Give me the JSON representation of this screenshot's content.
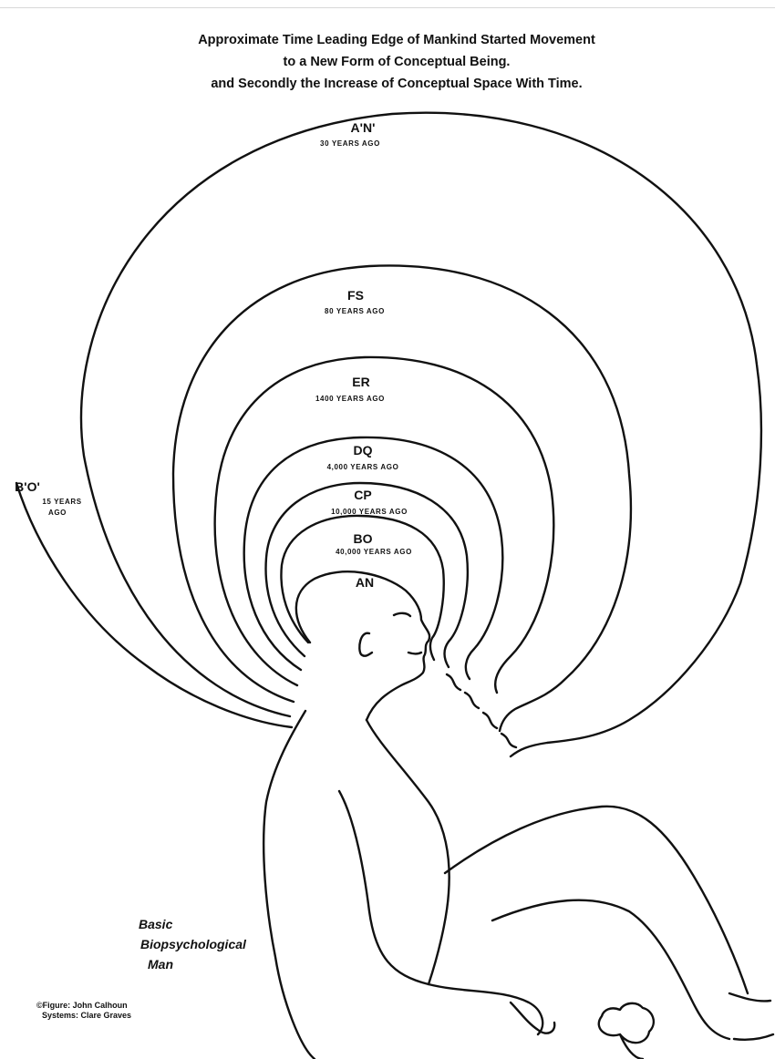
{
  "title": {
    "line1": "Approximate Time Leading Edge of Mankind Started Movement",
    "line2": "to a New Form of Conceptual Being.",
    "line3": "and Secondly the Increase of Conceptual Space With Time."
  },
  "levels": [
    {
      "code": "AN",
      "time": ""
    },
    {
      "code": "BO",
      "time": "40,000 YEARS AGO"
    },
    {
      "code": "CP",
      "time": "10,000 YEARS AGO"
    },
    {
      "code": "DQ",
      "time": "4,000 YEARS AGO"
    },
    {
      "code": "ER",
      "time": "1400 YEARS AGO"
    },
    {
      "code": "FS",
      "time": "80 YEARS AGO"
    },
    {
      "code": "A'N'",
      "time": "30 YEARS AGO"
    },
    {
      "code": "B'O'",
      "time_line1": "15 YEARS",
      "time_line2": "AGO"
    }
  ],
  "caption": {
    "line1": "Basic",
    "line2": "Biopsychological",
    "line3": "Man"
  },
  "credits": {
    "figure": "©Figure: John Calhoun",
    "systems": "Systems: Clare Graves"
  }
}
